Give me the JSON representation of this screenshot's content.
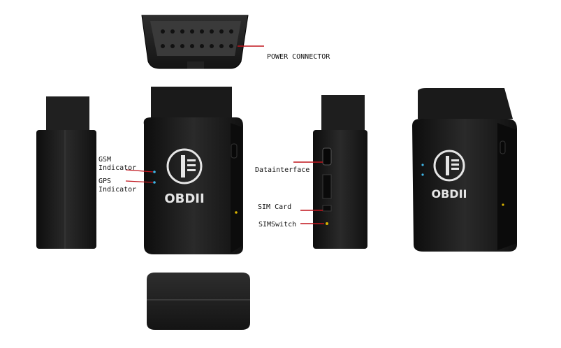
{
  "labels": {
    "power_connector": "POWER CONNECTOR",
    "gsm_line1": "GSM",
    "gsm_line2": "Indicator",
    "gps_line1": "GPS",
    "gps_line2": "Indicator",
    "data_interface": "Datainterface",
    "sim_card": "SIM  Card",
    "sim_switch": "SIMSwitch"
  },
  "brand": {
    "logo_text": "OBDII"
  },
  "colors": {
    "device_body": "#1b1b1b",
    "callout_line": "#c0141c",
    "indicator_led": "#3fb6e8",
    "switch_led": "#d9b300"
  }
}
